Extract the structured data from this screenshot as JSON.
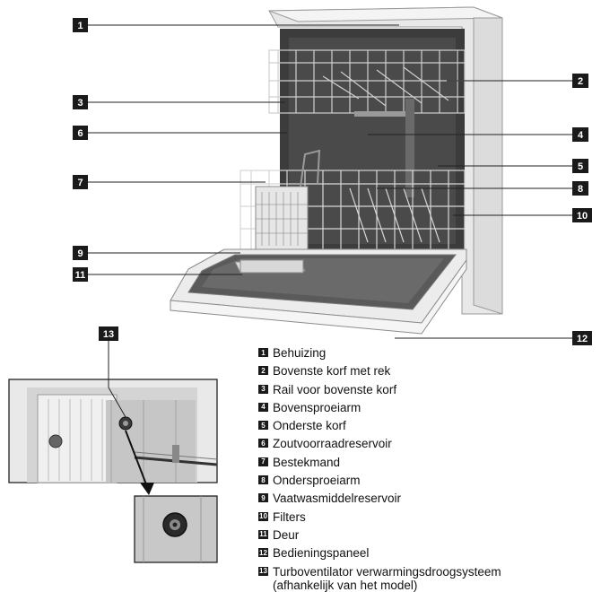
{
  "callouts": [
    "1",
    "2",
    "3",
    "4",
    "5",
    "6",
    "7",
    "8",
    "9",
    "10",
    "11",
    "12",
    "13"
  ],
  "legend": [
    {
      "num": "1",
      "text": "Behuizing"
    },
    {
      "num": "2",
      "text": "Bovenste korf met rek"
    },
    {
      "num": "3",
      "text": "Rail voor bovenste korf"
    },
    {
      "num": "4",
      "text": "Bovensproeiarm"
    },
    {
      "num": "5",
      "text": "Onderste korf"
    },
    {
      "num": "6",
      "text": "Zoutvoorraadreservoir"
    },
    {
      "num": "7",
      "text": "Bestekmand"
    },
    {
      "num": "8",
      "text": "Ondersproeiarm"
    },
    {
      "num": "9",
      "text": "Vaatwasmiddelreservoir"
    },
    {
      "num": "10",
      "text": "Filters"
    },
    {
      "num": "11",
      "text": "Deur"
    },
    {
      "num": "12",
      "text": "Bedieningspaneel"
    },
    {
      "num": "13",
      "text": "Turboventilator verwarmingsdroogsysteem\n(afhankelijk van het model)"
    }
  ],
  "colors": {
    "badge": "#1a1a1a",
    "line": "#222222",
    "appliance": "#f2f2f2",
    "interior": "#3a3a3a"
  }
}
